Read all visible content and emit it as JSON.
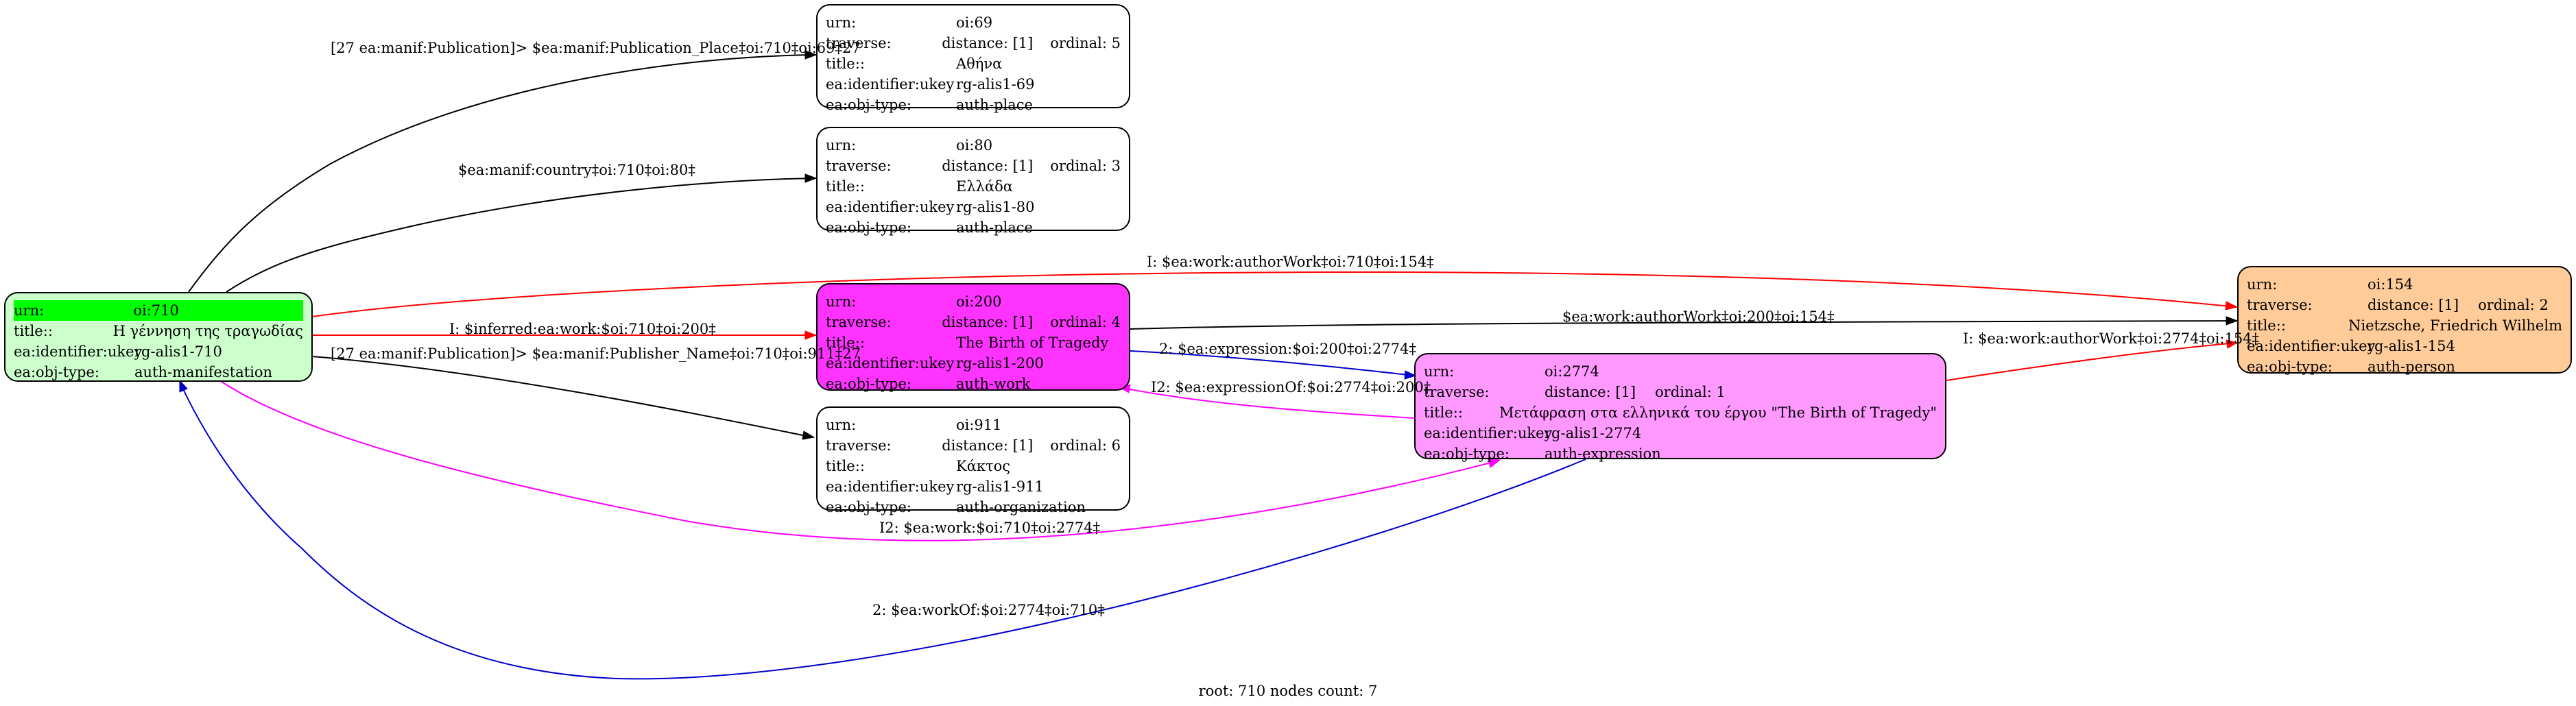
{
  "nodes": {
    "n710": {
      "urn_label": "urn:",
      "urn_value": "oi:710",
      "title_label": "title::",
      "title_value": "Η γέννηση της τραγωδίας",
      "ukey_label": "ea:identifier:ukey",
      "ukey_value": "rg-alis1-710",
      "objtype_label": "ea:obj-type:",
      "objtype_value": "auth-manifestation",
      "fill": "#ccffcc",
      "highlight": "#00ff00"
    },
    "n69": {
      "urn_label": "urn:",
      "urn_value": "oi:69",
      "traverse_label": "traverse:",
      "distance": "distance: [1]",
      "ordinal": "ordinal: 5",
      "title_label": "title::",
      "title_value": "Αθήνα",
      "ukey_label": "ea:identifier:ukey",
      "ukey_value": "rg-alis1-69",
      "objtype_label": "ea:obj-type:",
      "objtype_value": "auth-place",
      "fill": "#ffffff"
    },
    "n80": {
      "urn_label": "urn:",
      "urn_value": "oi:80",
      "traverse_label": "traverse:",
      "distance": "distance: [1]",
      "ordinal": "ordinal: 3",
      "title_label": "title::",
      "title_value": "Ελλάδα",
      "ukey_label": "ea:identifier:ukey",
      "ukey_value": "rg-alis1-80",
      "objtype_label": "ea:obj-type:",
      "objtype_value": "auth-place",
      "fill": "#ffffff"
    },
    "n200": {
      "urn_label": "urn:",
      "urn_value": "oi:200",
      "traverse_label": "traverse:",
      "distance": "distance: [1]",
      "ordinal": "ordinal: 4",
      "title_label": "title::",
      "title_value": "The Birth of Tragedy",
      "ukey_label": "ea:identifier:ukey",
      "ukey_value": "rg-alis1-200",
      "objtype_label": "ea:obj-type:",
      "objtype_value": "auth-work",
      "fill": "#ff33ff"
    },
    "n911": {
      "urn_label": "urn:",
      "urn_value": "oi:911",
      "traverse_label": "traverse:",
      "distance": "distance: [1]",
      "ordinal": "ordinal: 6",
      "title_label": "title::",
      "title_value": "Κάκτος",
      "ukey_label": "ea:identifier:ukey",
      "ukey_value": "rg-alis1-911",
      "objtype_label": "ea:obj-type:",
      "objtype_value": "auth-organization",
      "fill": "#ffffff"
    },
    "n2774": {
      "urn_label": "urn:",
      "urn_value": "oi:2774",
      "traverse_label": "traverse:",
      "distance": "distance: [1]",
      "ordinal": "ordinal: 1",
      "title_label": "title::",
      "title_value": "Μετάφραση στα ελληνικά του έργου \"The Birth of Tragedy\"",
      "ukey_label": "ea:identifier:ukey",
      "ukey_value": "rg-alis1-2774",
      "objtype_label": "ea:obj-type:",
      "objtype_value": "auth-expression",
      "fill": "#ff99ff"
    },
    "n154": {
      "urn_label": "urn:",
      "urn_value": "oi:154",
      "traverse_label": "traverse:",
      "distance": "distance: [1]",
      "ordinal": "ordinal: 2",
      "title_label": "title::",
      "title_value": "Nietzsche, Friedrich Wilhelm",
      "ukey_label": "ea:identifier:ukey",
      "ukey_value": "rg-alis1-154",
      "objtype_label": "ea:obj-type:",
      "objtype_value": "auth-person",
      "fill": "#ffcc99"
    }
  },
  "edges": {
    "e_710_69": {
      "label": "[27 ea:manif:Publication]> $ea:manif:Publication_Place‡oi:710‡oi:69‡27",
      "color": "#000000"
    },
    "e_710_80": {
      "label": "$ea:manif:country‡oi:710‡oi:80‡",
      "color": "#000000"
    },
    "e_710_154": {
      "label": "I: $ea:work:authorWork‡oi:710‡oi:154‡",
      "color": "#ff0000"
    },
    "e_710_200": {
      "label": "I: $inferred:ea:work:$oi:710‡oi:200‡",
      "color": "#ff0000"
    },
    "e_710_911": {
      "label": "[27 ea:manif:Publication]> $ea:manif:Publisher_Name‡oi:710‡oi:911‡27",
      "color": "#000000"
    },
    "e_200_154": {
      "label": "$ea:work:authorWork‡oi:200‡oi:154‡",
      "color": "#000000"
    },
    "e_200_2774": {
      "label": "2: $ea:expression:$oi:200‡oi:2774‡",
      "color": "#0000cc"
    },
    "e_2774_200": {
      "label": "I2: $ea:expressionOf:$oi:2774‡oi:200‡",
      "color": "#ff00ff"
    },
    "e_2774_154": {
      "label": "I: $ea:work:authorWork‡oi:2774‡oi:154‡",
      "color": "#ff0000"
    },
    "e_710_2774": {
      "label": "I2: $ea:work:$oi:710‡oi:2774‡",
      "color": "#ff00ff"
    },
    "e_2774_710": {
      "label": "2: $ea:workOf:$oi:2774‡oi:710‡",
      "color": "#0000cc"
    }
  },
  "footer": "root: 710 nodes count: 7"
}
